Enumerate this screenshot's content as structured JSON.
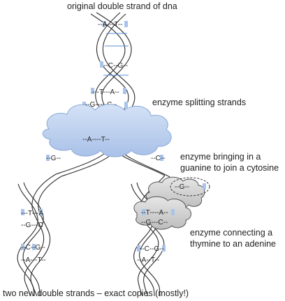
{
  "labels": {
    "top_title": "original double strand of dna",
    "enzyme_split": "enzyme splitting strands",
    "enzyme_guanine_line1": "enzyme bringing in a",
    "enzyme_guanine_line2": "guanine to join a cytosine",
    "enzyme_thymine_line1": "enzyme connecting a",
    "enzyme_thymine_line2": "thymine to an adenine",
    "bottom_caption": "two new double strands – exact copies (mostly!)"
  },
  "base_pairs": {
    "top_1": "--A---T--",
    "top_2": "--C--G--",
    "top_3": "---T---A--",
    "top_4": "--G-----C--",
    "split_1": "--A----T--",
    "split_g": "--G--",
    "split_c": "--C--",
    "left_1": "---T---A",
    "left_2": "--G---C",
    "left_3": "--C--G--",
    "left_4": "--A---T--",
    "right_g": "--G--",
    "right_c": "--C--",
    "right_1": "--T----A--",
    "right_2": "--G---C--",
    "right_3": "--C--G--",
    "right_4": "--A--T--"
  },
  "colors": {
    "strand_outline": "#2b2b2b",
    "strand_fill": "#ffffff",
    "base_marker": "#a9c4ea",
    "split_cloud": "#bcd0ee",
    "enzyme_cloud": "#cfcfcf"
  }
}
